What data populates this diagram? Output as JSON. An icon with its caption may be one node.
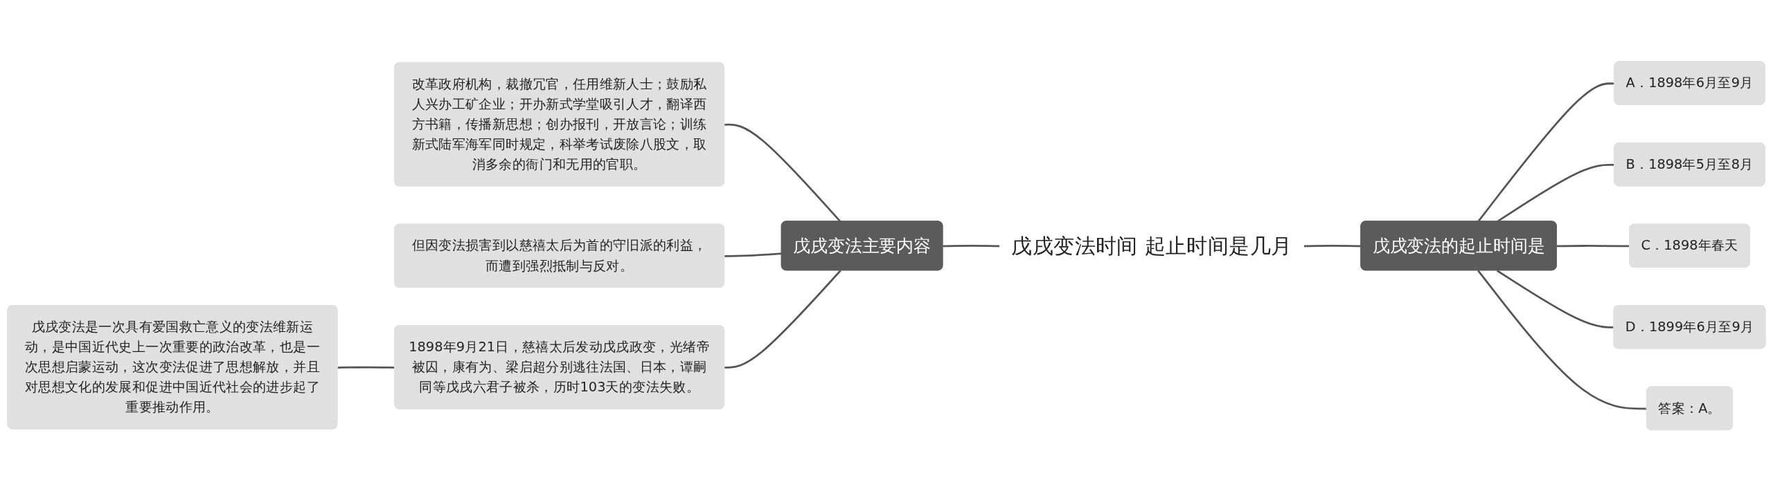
{
  "diagram": {
    "nodes": [
      {
        "text": [
          "戊戌变法时间 起止时间是几月"
        ]
      },
      {
        "text": [
          "戊戌变法主要内容"
        ]
      },
      {
        "text": [
          "改革政府机构，裁撤冗官，任用维新人士；鼓励私人兴办工矿企业；开办新式学堂吸引人才，翻译西方书籍，传播新思想；创办报刊，开放言论；训练新式陆军海军同时规定，科举考试废除八股文，取消多余的衙门和无用的官职。"
        ]
      },
      {
        "text": [
          "但因变法损害到以慈禧太后为首的守旧派的利益，而遭到强烈抵制与反对。"
        ]
      },
      {
        "text": [
          "1898年9月21日，慈禧太后发动戊戌政变，光绪帝被囚，康有为、梁启超分别逃往法国、日本，谭嗣同等戊戌六君子被杀，历时103天的变法失败。"
        ]
      },
      {
        "text": [
          "戊戌变法是一次具有爱国救亡意义的变法维新运动，是中国近代史上一次重要的政治改革，也是一次思想启蒙运动，这次变法促进了思想解放，并且对思想文化的发展和促进中国近代社会的进步起了重要推动作用。"
        ]
      },
      {
        "text": [
          "戊戌变法的起止时间是"
        ]
      },
      {
        "text": [
          "A．1898年6月至9月"
        ]
      },
      {
        "text": [
          "B．1898年5月至8月"
        ]
      },
      {
        "text": [
          "C．1898年春天"
        ]
      },
      {
        "text": [
          "D．1899年6月至9月"
        ]
      },
      {
        "text": [
          "答案：A。"
        ]
      }
    ],
    "edges": [
      {
        "from": 1,
        "to": 0,
        "arrow": "none"
      },
      {
        "from": 2,
        "to": 1,
        "arrow": "none"
      },
      {
        "from": 3,
        "to": 1,
        "arrow": "none"
      },
      {
        "from": 4,
        "to": 1,
        "arrow": "none"
      },
      {
        "from": 5,
        "to": 4,
        "arrow": "none"
      },
      {
        "from": 0,
        "to": 6,
        "arrow": "none"
      },
      {
        "from": 6,
        "to": 7,
        "arrow": "none"
      },
      {
        "from": 6,
        "to": 8,
        "arrow": "none"
      },
      {
        "from": 6,
        "to": 9,
        "arrow": "none"
      },
      {
        "from": 6,
        "to": 10,
        "arrow": "none"
      },
      {
        "from": 6,
        "to": 11,
        "arrow": "none"
      }
    ]
  }
}
